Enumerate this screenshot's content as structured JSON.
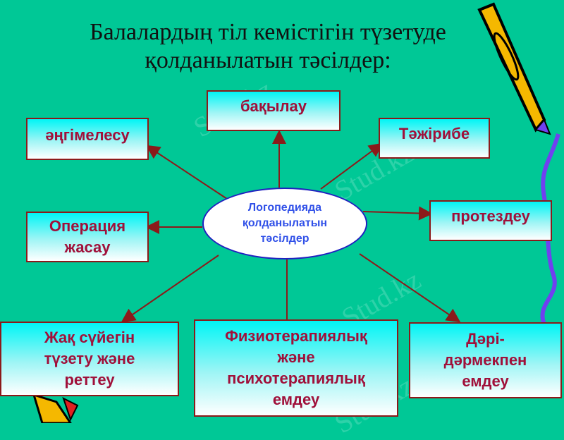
{
  "title": {
    "line1": "Балалардың тіл кемістігін түзетуде",
    "line2": "қолданылатын тәсілдер:"
  },
  "center": {
    "line1": "Логопедияда",
    "line2": "қолданылатын",
    "line3": "тәсілдер"
  },
  "nodes": {
    "observation": "бақылау",
    "conversation": "әңгімелесу",
    "experiment": "Тәжірибе",
    "surgery": {
      "line1": "Операция",
      "line2": "жасау"
    },
    "prosthetics": "протездеу",
    "jaw": {
      "line1": "Жақ сүйегін",
      "line2": "түзету және",
      "line3": "реттеу"
    },
    "therapy": {
      "line1": "Физиотерапиялық",
      "line2": "және",
      "line3": "психотерапиялық",
      "line4": "емдеу"
    },
    "medication": {
      "line1": "Дәрі-",
      "line2": "дәрмекпен",
      "line3": "емдеу"
    }
  },
  "watermark": "Stud.kz",
  "colors": {
    "background": "#00C896",
    "box_border": "#8B1A1A",
    "box_text": "#A0103A",
    "center_text": "#3050E8",
    "arrow": "#8B1A1A"
  }
}
